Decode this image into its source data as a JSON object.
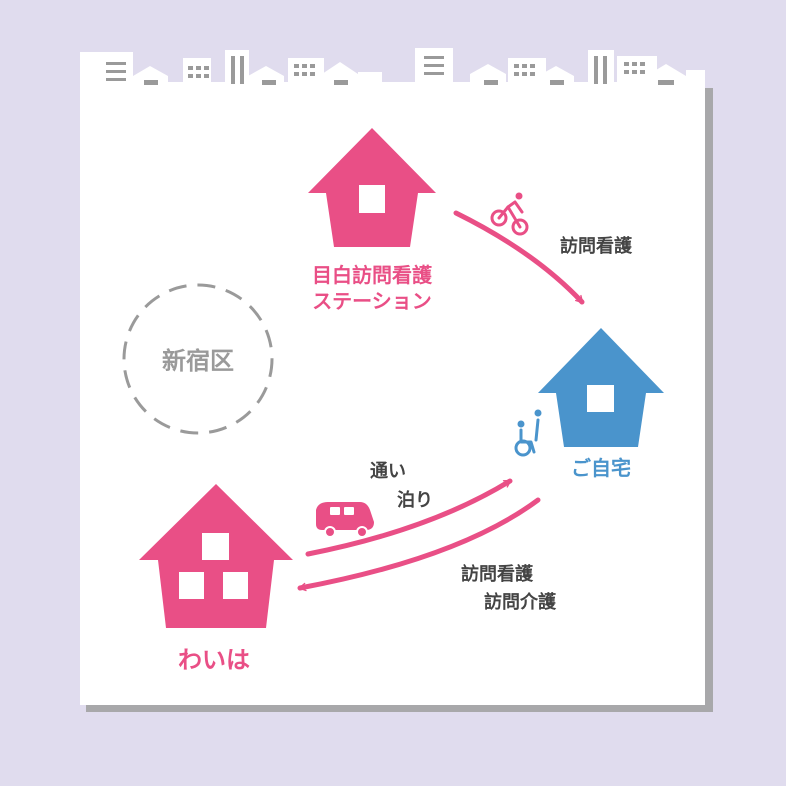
{
  "area": {
    "label": "新宿区"
  },
  "station": {
    "line1": "目白訪問看護",
    "line2": "ステーション"
  },
  "home": {
    "label": "ご自宅"
  },
  "facility": {
    "label": "わいは"
  },
  "flows": {
    "station_to_home": "訪問看護",
    "facility_to_home_line1": "通い",
    "facility_to_home_line2": "泊り",
    "home_to_facility_line1": "訪問看護",
    "home_to_facility_line2": "訪問介護"
  },
  "colors": {
    "background": "#e0dcee",
    "paper": "#ffffff",
    "pink": "#e94f86",
    "blue": "#4a94cc",
    "gray": "#9a9a9a",
    "dark_text": "#444444"
  },
  "icons": {
    "bicycle": "bicycle-icon",
    "car": "car-icon",
    "wheelchair": "wheelchair-icon"
  }
}
